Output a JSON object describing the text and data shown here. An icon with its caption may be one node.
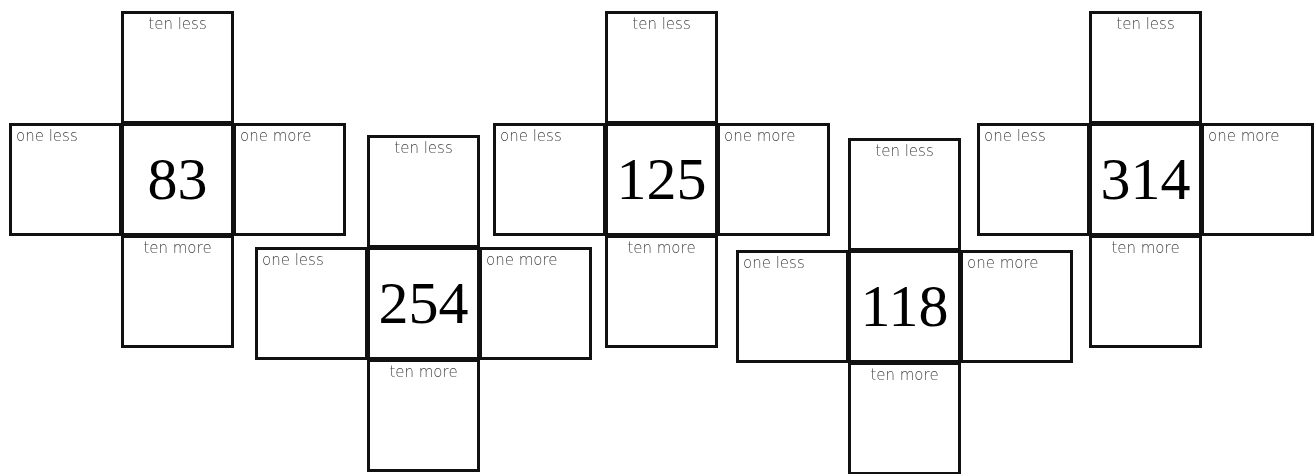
{
  "diagram": {
    "nodes": [
      {
        "text": [
          "ten less"
        ]
      },
      {
        "text": [
          "one less"
        ]
      },
      {
        "text": [
          "83"
        ]
      },
      {
        "text": [
          "one more"
        ]
      },
      {
        "text": [
          "ten more"
        ]
      },
      {
        "text": [
          "ten less"
        ]
      },
      {
        "text": [
          "one less"
        ]
      },
      {
        "text": [
          "254"
        ]
      },
      {
        "text": [
          "one more"
        ]
      },
      {
        "text": [
          "ten more"
        ]
      },
      {
        "text": [
          "ten less"
        ]
      },
      {
        "text": [
          "one less"
        ]
      },
      {
        "text": [
          "125"
        ]
      },
      {
        "text": [
          "one more"
        ]
      },
      {
        "text": [
          "ten more"
        ]
      },
      {
        "text": [
          "ten less"
        ]
      },
      {
        "text": [
          "one less"
        ]
      },
      {
        "text": [
          "118"
        ]
      },
      {
        "text": [
          "one more"
        ]
      },
      {
        "text": [
          "ten more"
        ]
      },
      {
        "text": [
          "ten less"
        ]
      },
      {
        "text": [
          "one less"
        ]
      },
      {
        "text": [
          "314"
        ]
      },
      {
        "text": [
          "one more"
        ]
      },
      {
        "text": [
          "ten more"
        ]
      }
    ]
  }
}
